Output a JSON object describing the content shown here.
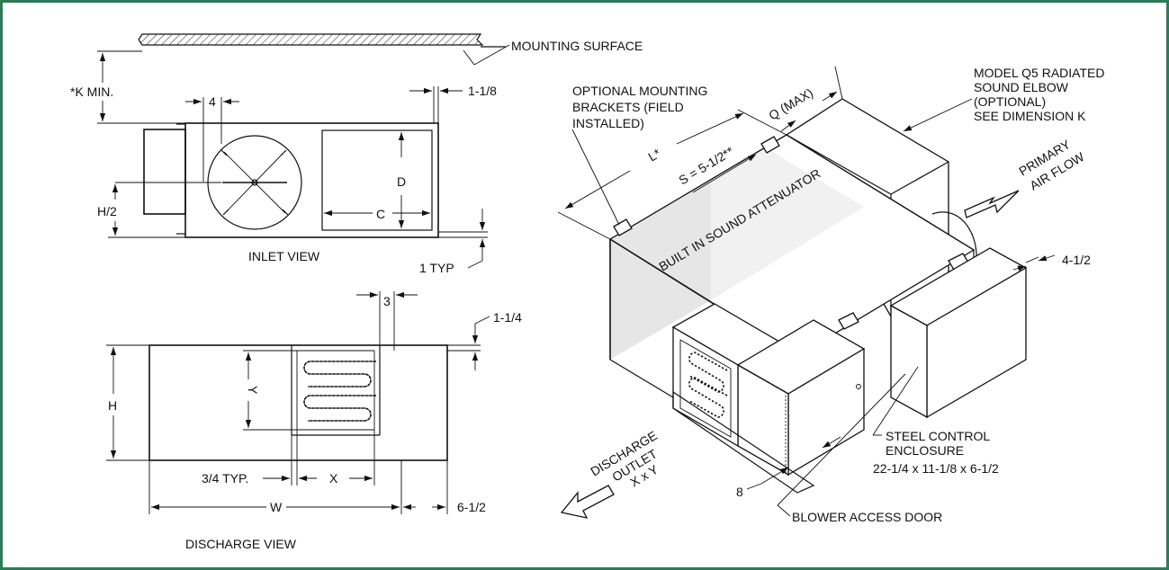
{
  "colors": {
    "frame_border": "#2e7a57",
    "line": "#111111",
    "shade": "#e6e6e6"
  },
  "inlet_view": {
    "title": "INLET VIEW",
    "mounting_surface": "MOUNTING SURFACE",
    "k_min": "*K MIN.",
    "dim_4": "4",
    "dim_1_1_8": "1-1/8",
    "dim_d": "D",
    "dim_c": "C",
    "dim_h2": "H/2",
    "dim_1_typ": "1 TYP"
  },
  "discharge_view": {
    "title": "DISCHARGE VIEW",
    "dim_3": "3",
    "dim_1_1_4": "1-1/4",
    "dim_h": "H",
    "dim_y": "Y",
    "dim_3_4_typ": "3/4 TYP.",
    "dim_x": "X",
    "dim_w": "W",
    "dim_6_1_2": "6-1/2"
  },
  "iso_view": {
    "optional_brackets": [
      "OPTIONAL MOUNTING",
      "BRACKETS (FIELD",
      "INSTALLED)"
    ],
    "model_elbow": [
      "MODEL Q5 RADIATED",
      "SOUND ELBOW",
      "(OPTIONAL)",
      "SEE DIMENSION  K"
    ],
    "q_max": "Q (MAX)",
    "dim_l": "L*",
    "dim_s": "S = 5-1/2**",
    "attenuator": "BUILT IN SOUND ATTENUATOR",
    "primary_air": [
      "PRIMARY",
      "AIR FLOW"
    ],
    "dim_4_1_2": "4-1/2",
    "discharge_outlet": [
      "DISCHARGE",
      "OUTLET",
      "X x Y"
    ],
    "dim_8": "8",
    "steel_control": [
      "STEEL CONTROL",
      "ENCLOSURE",
      "22-1/4 x 11-1/8 x 6-1/2"
    ],
    "blower_door": "BLOWER ACCESS DOOR"
  }
}
